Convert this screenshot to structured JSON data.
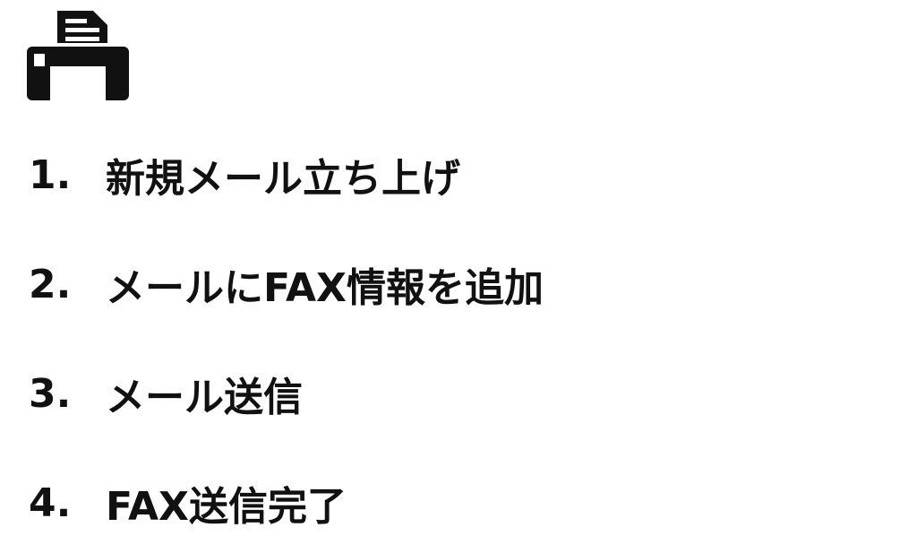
{
  "icon": {
    "name": "fax-machine-icon",
    "color": "#111111"
  },
  "steps": [
    {
      "num": "1.",
      "text": "新規メール立ち上げ"
    },
    {
      "num": "2.",
      "text": "メールにFAX情報を追加"
    },
    {
      "num": "3.",
      "text": "メール送信"
    },
    {
      "num": "4.",
      "text": "FAX送信完了"
    }
  ]
}
